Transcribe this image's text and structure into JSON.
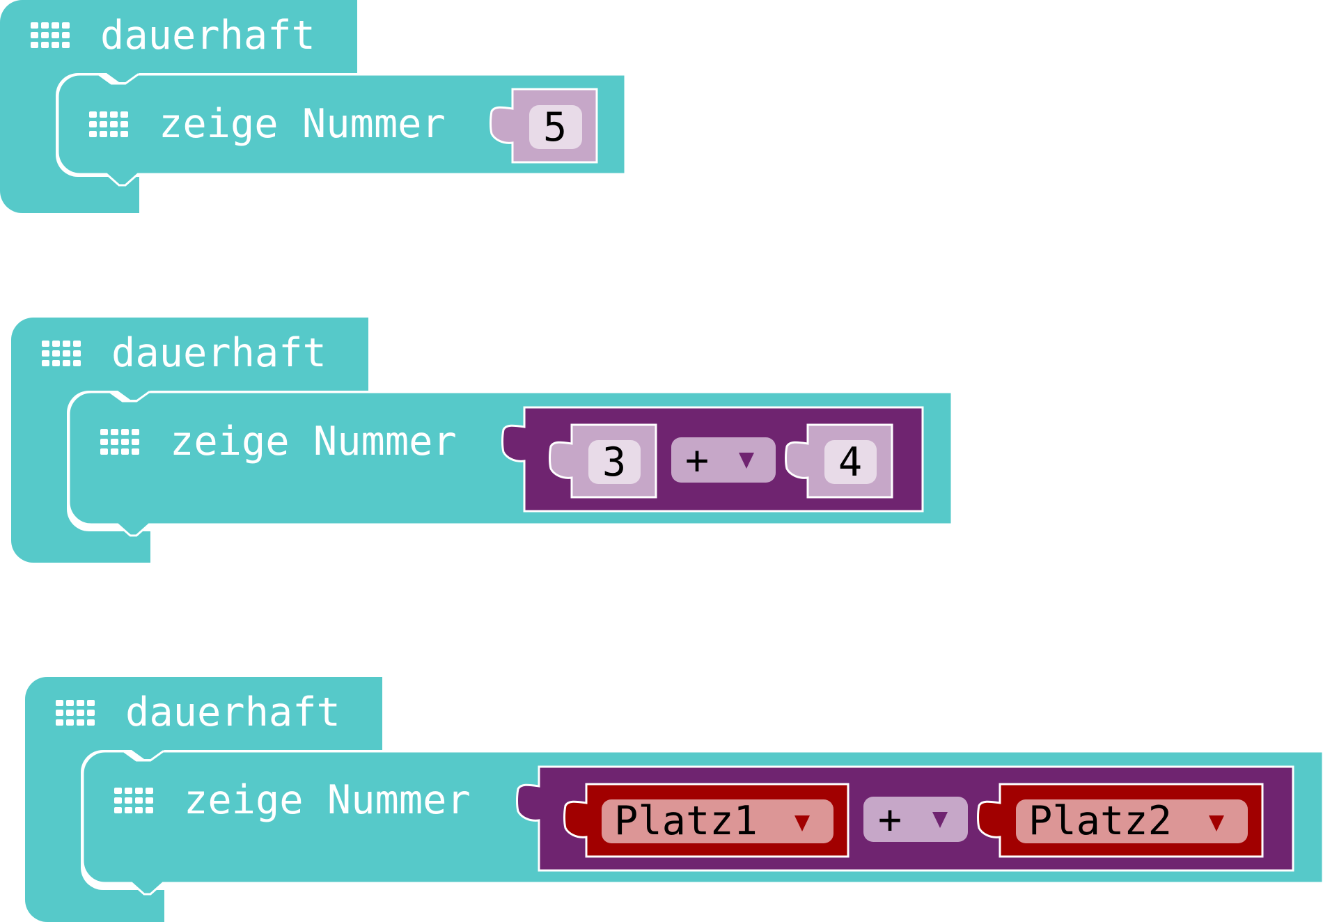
{
  "colors": {
    "basic": "#56c9c9",
    "math_dark": "#6f2470",
    "math_light": "#c6a7c8",
    "field": "#e8dbe8",
    "var_dark": "#a10000",
    "var_field": "#dc9696",
    "outline": "#ffffff"
  },
  "blocks": [
    {
      "loop": {
        "label": "dauerhaft",
        "icon": "led-grid-icon"
      },
      "statement": {
        "label": "zeige Nummer",
        "icon": "led-grid-icon",
        "value": {
          "kind": "number",
          "text": "5"
        }
      }
    },
    {
      "loop": {
        "label": "dauerhaft",
        "icon": "led-grid-icon"
      },
      "statement": {
        "label": "zeige Nummer",
        "icon": "led-grid-icon",
        "value": {
          "kind": "arith",
          "left": "3",
          "op": "+",
          "right": "4"
        }
      }
    },
    {
      "loop": {
        "label": "dauerhaft",
        "icon": "led-grid-icon"
      },
      "statement": {
        "label": "zeige Nummer",
        "icon": "led-grid-icon",
        "value": {
          "kind": "arith-vars",
          "left": "Platz1",
          "op": "+",
          "right": "Platz2"
        }
      }
    }
  ]
}
